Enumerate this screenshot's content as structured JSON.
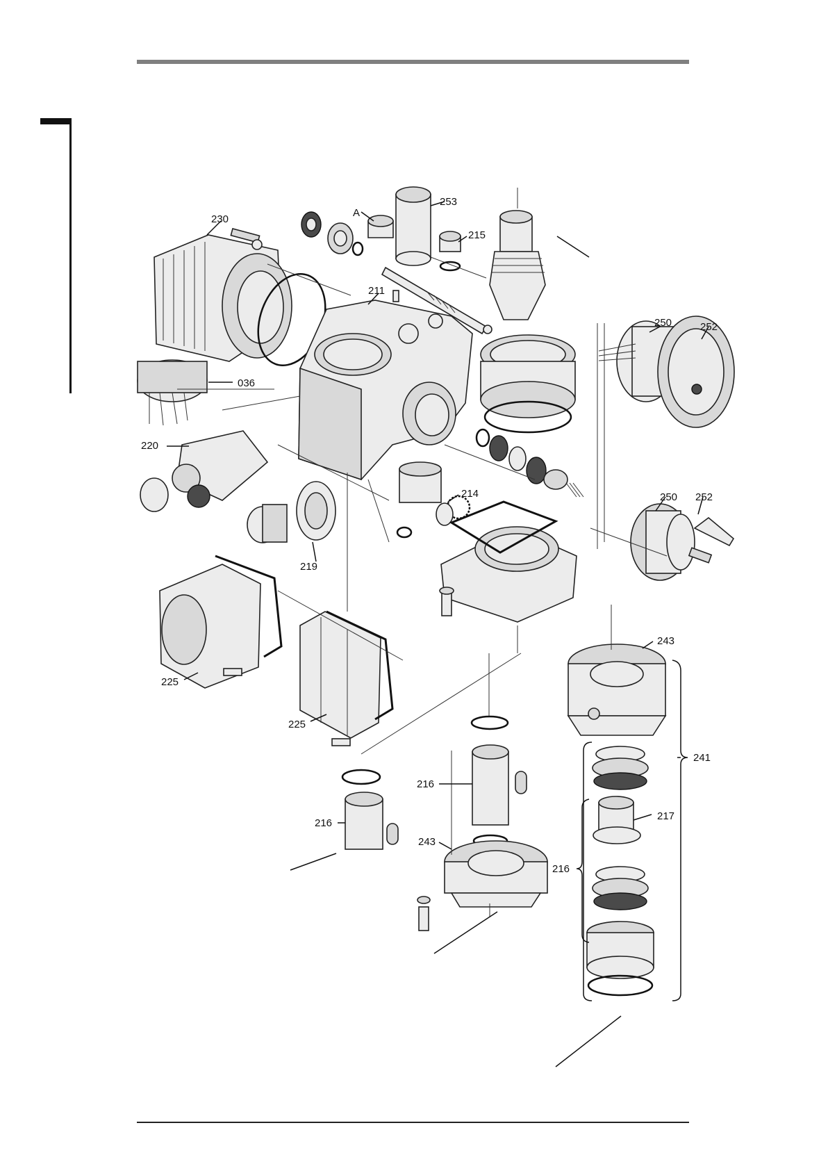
{
  "parts": {
    "p230": "230",
    "pA": "A",
    "p253": "253",
    "p215": "215",
    "p211": "211",
    "p250a": "250",
    "p252a": "252",
    "p036": "036",
    "p220": "220",
    "p214": "214",
    "p250b": "250",
    "p252b": "252",
    "p219": "219",
    "p243a": "243",
    "p225a": "225",
    "p225b": "225",
    "p241": "241",
    "p216a": "216",
    "p217": "217",
    "p216b": "216",
    "p243b": "243",
    "p216c": "216"
  },
  "colors": {
    "rule_top": "#808080",
    "rule_bottom": "#222222",
    "ink": "#111111",
    "part_fill": "#ececec"
  }
}
